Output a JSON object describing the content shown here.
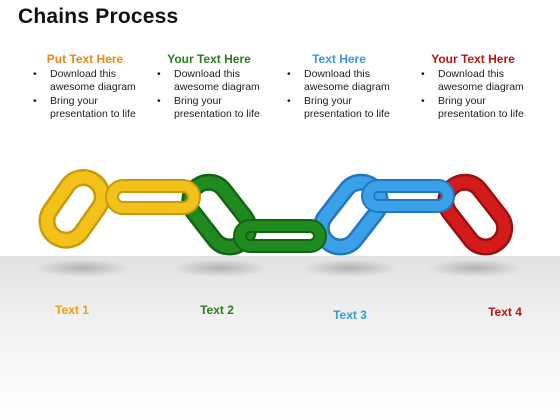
{
  "title": "Chains Process",
  "columns": [
    {
      "heading": "Put Text Here",
      "color": "#e88a1a",
      "bullets": [
        "Download this awesome diagram",
        "Bring your presentation to life"
      ]
    },
    {
      "heading": "Your Text Here",
      "color": "#2a7d1c",
      "bullets": [
        "Download this awesome diagram",
        "Bring your presentation to life"
      ]
    },
    {
      "heading": "Text Here",
      "color": "#3a9ad9",
      "bullets": [
        "Download this awesome diagram",
        "Bring your presentation to life"
      ]
    },
    {
      "heading": "Your Text Here",
      "color": "#b51818",
      "bullets": [
        "Download this awesome diagram",
        "Bring your presentation to life"
      ]
    }
  ],
  "labels": [
    {
      "text": "Text 1",
      "color": "#e8a21a"
    },
    {
      "text": "Text 2",
      "color": "#2a7d1c"
    },
    {
      "text": "Text 3",
      "color": "#3a9ad9"
    },
    {
      "text": "Text 4",
      "color": "#b51818"
    }
  ],
  "link_colors": {
    "yellow": "#f2c21a",
    "green": "#1f8a1f",
    "blue": "#3aa0e8",
    "red": "#d41a1a"
  }
}
